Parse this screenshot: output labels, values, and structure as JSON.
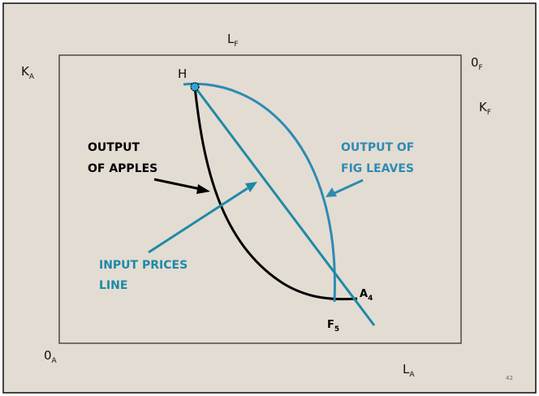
{
  "labels": {
    "L_top_main": "L",
    "L_top_sub": "F",
    "K_left_main": "K",
    "K_left_sub": "A",
    "O_topright_main": "0",
    "O_topright_sub": "F",
    "K_right_main": "K",
    "K_right_sub": "F",
    "O_bottomleft_main": "0",
    "O_bottomleft_sub": "A",
    "L_bottom_main": "L",
    "L_bottom_sub": "A",
    "point_H": "H",
    "point_A_main": "A",
    "point_A_sub": "4",
    "point_F_main": "F",
    "point_F_sub": "5"
  },
  "annotations": {
    "apples_line1": "OUTPUT",
    "apples_line2": "OF APPLES",
    "figleaves_line1": "OUTPUT OF",
    "figleaves_line2": "FIG LEAVES",
    "prices_line1": "INPUT PRICES",
    "prices_line2": "LINE"
  },
  "slide_number": "42",
  "colors": {
    "background": "#e3dcd3",
    "apple_curve": "#000000",
    "fig_curve": "#2e8bb3",
    "price_line": "#1d8aa6"
  }
}
